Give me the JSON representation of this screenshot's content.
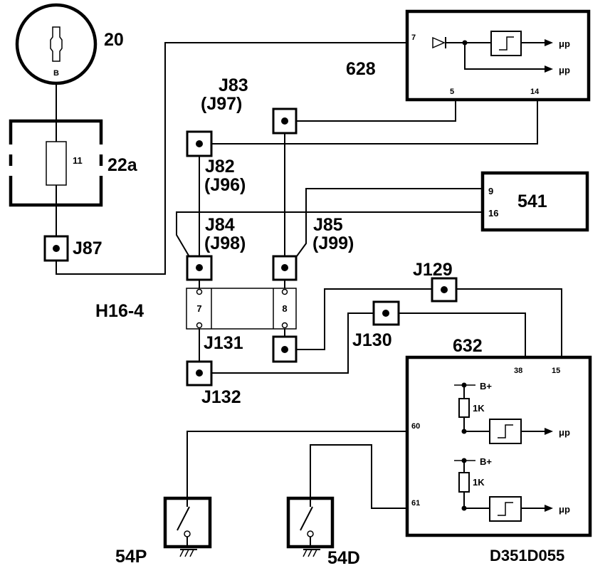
{
  "labels": {
    "bulb": "20",
    "bulb_pin": "B",
    "fuse": "22a",
    "fuse_num": "11",
    "j87": "J87",
    "j82a": "J82",
    "j82b": "(J96)",
    "j83a": "J83",
    "j83b": "(J97)",
    "j84a": "J84",
    "j84b": "(J98)",
    "j85a": "J85",
    "j85b": "(J99)",
    "h16": "H16-4",
    "h16_pin7": "7",
    "h16_pin8": "8",
    "j131": "J131",
    "j132": "J132",
    "j129": "J129",
    "j130": "J130",
    "m628": "628",
    "m628_pin7": "7",
    "m628_pin5": "5",
    "m628_pin14": "14",
    "m541": "541",
    "m541_pin9": "9",
    "m541_pin16": "16",
    "m632": "632",
    "m632_pin38": "38",
    "m632_pin15": "15",
    "m632_pin60": "60",
    "m632_pin61": "61",
    "up1": "μp",
    "up2": "μp",
    "up3": "μp",
    "up4": "μp",
    "bplus1": "B+",
    "bplus2": "B+",
    "res1": "1K",
    "res2": "1K",
    "sw1": "54P",
    "sw2": "54D",
    "code": "D351D055"
  }
}
